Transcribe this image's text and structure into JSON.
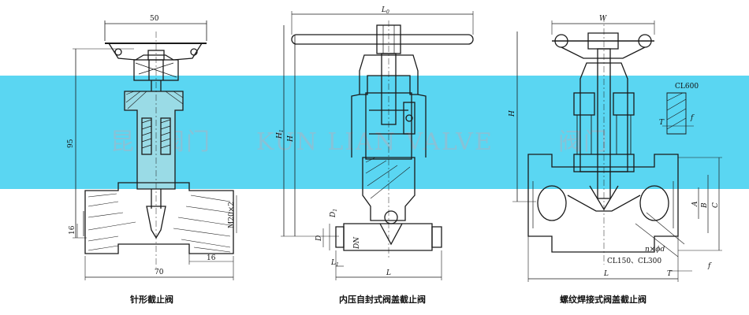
{
  "colors": {
    "band": "#5ad6f2",
    "ink": "#1a1a1a",
    "watermark": "#8fbfd3"
  },
  "watermark": {
    "cn": "昆联阀门",
    "en": "KUN LIAN VALVE",
    "tail": "阀门"
  },
  "drawing1": {
    "caption": "针形截止阀",
    "dim_top": "50",
    "dim_height": "95",
    "dim_16_left": "16",
    "dim_16_right": "16",
    "dim_bottom": "70",
    "thread": "M20×2"
  },
  "drawing2": {
    "caption": "内压自封式阀盖截止阀",
    "L0": "L",
    "L0_sub": "0",
    "H1": "H",
    "H1_sub": "1",
    "H": "H",
    "D1": "D",
    "D1_sub": "1",
    "D": "D",
    "DN": "DN",
    "L1": "L",
    "L1_sub": "1",
    "L": "L"
  },
  "drawing3": {
    "caption": "螺纹焊接式阀盖截止阀",
    "W": "W",
    "H": "H",
    "CL600": "CL600",
    "T_detail": "T",
    "f_detail": "f",
    "A": "A",
    "B": "B",
    "C": "C",
    "n_phi_d": "n×ϕd",
    "CL150_300": "CL150、CL300",
    "T": "T",
    "f": "f",
    "L": "L"
  }
}
